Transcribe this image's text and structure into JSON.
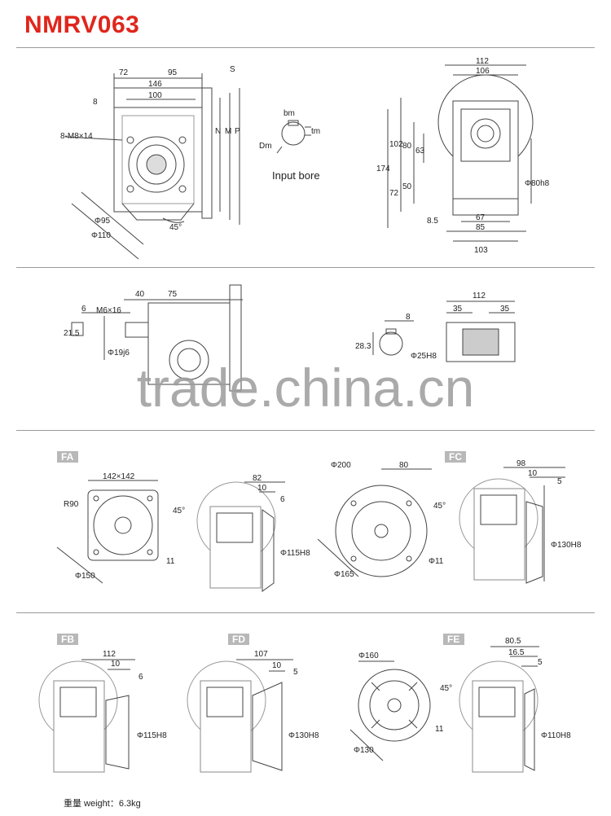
{
  "header": {
    "title": "NMRV063"
  },
  "section1": {
    "front_view": {
      "dims": [
        "72",
        "95",
        "146",
        "100",
        "8",
        "8-M8×14",
        "S",
        "N",
        "M",
        "P",
        "Φ95",
        "Φ110",
        "45°"
      ]
    },
    "input_bore": {
      "label": "Input bore",
      "dims": [
        "bm",
        "Dm",
        "tm"
      ]
    },
    "side_view": {
      "dims": [
        "112",
        "106",
        "174",
        "102",
        "80",
        "63",
        "72",
        "50",
        "8.5",
        "67",
        "85",
        "103",
        "Φ80h8"
      ]
    }
  },
  "section2": {
    "shaft_view": {
      "dims": [
        "40",
        "75",
        "6",
        "M6×16",
        "21.5",
        "Φ19j6"
      ]
    },
    "hollow_view": {
      "dims": [
        "112",
        "35",
        "35",
        "8",
        "28.3",
        "Φ25H8"
      ]
    }
  },
  "watermark": "trade.china.cn",
  "flanges": {
    "FA": {
      "tag": "FA",
      "dims": [
        "142×142",
        "R90",
        "45°",
        "11",
        "Φ150",
        "82",
        "10",
        "6",
        "Φ115H8"
      ]
    },
    "FC": {
      "tag": "FC",
      "dims": [
        "Φ200",
        "80",
        "45°",
        "Φ11",
        "Φ165",
        "98",
        "10",
        "5",
        "Φ130H8"
      ]
    },
    "FB": {
      "tag": "FB",
      "dims": [
        "112",
        "10",
        "6",
        "Φ115H8"
      ]
    },
    "FD": {
      "tag": "FD",
      "dims": [
        "107",
        "10",
        "5",
        "Φ130H8"
      ]
    },
    "FE": {
      "tag": "FE",
      "dims": [
        "Φ160",
        "45°",
        "11",
        "Φ130",
        "80.5",
        "16.5",
        "5",
        "Φ110H8"
      ]
    }
  },
  "footer": {
    "weight": "重量 weight：6.3kg"
  }
}
